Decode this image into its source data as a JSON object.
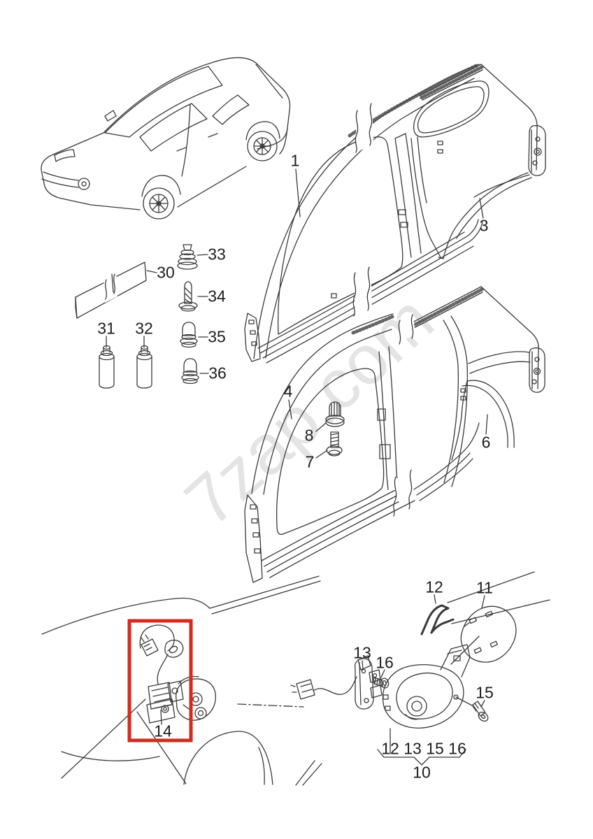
{
  "watermark": "7zap.com",
  "colors": {
    "line": "#3a3a3a",
    "label": "#1e1e1e",
    "highlight_box": "#d42a20",
    "watermark": "#e4e4e4",
    "background": "#ffffff"
  },
  "highlight": {
    "part": "14",
    "shape": "red-rectangle"
  },
  "callouts": [
    {
      "text": "1"
    },
    {
      "text": "3"
    },
    {
      "text": "4"
    },
    {
      "text": "6"
    },
    {
      "text": "7"
    },
    {
      "text": "8"
    },
    {
      "text": "10"
    },
    {
      "text": "11"
    },
    {
      "text": "12"
    },
    {
      "text": "13"
    },
    {
      "text": "14"
    },
    {
      "text": "15"
    },
    {
      "text": "16"
    },
    {
      "text": "30"
    },
    {
      "text": "31"
    },
    {
      "text": "32"
    },
    {
      "text": "33"
    },
    {
      "text": "34"
    },
    {
      "text": "35"
    },
    {
      "text": "36"
    },
    {
      "text": "12 13 15 16"
    }
  ]
}
